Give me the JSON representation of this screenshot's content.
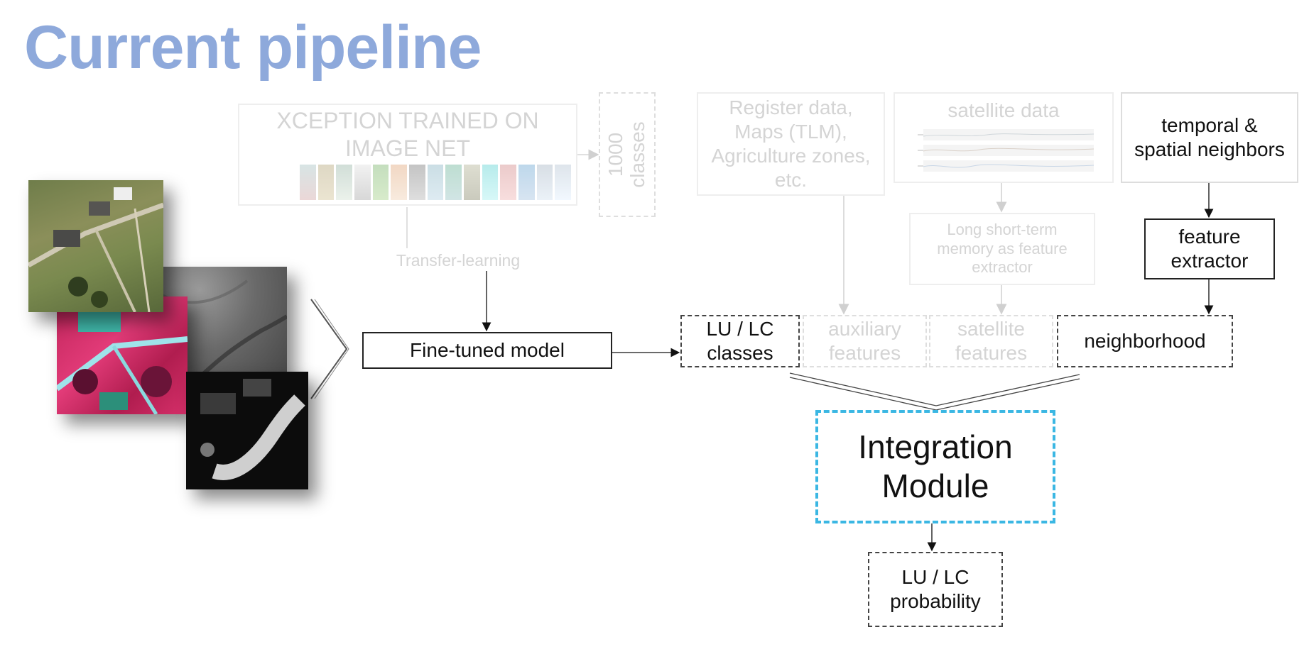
{
  "title": "Current pipeline",
  "xception": {
    "label": "XCEPTION TRAINED ON\nIMAGE NET",
    "classes_label": "1000\nclasses"
  },
  "transfer_label": "Transfer-learning",
  "fine_tuned": "Fine-tuned model",
  "register": "Register data,\nMaps (TLM),\nAgriculture zones,\netc.",
  "satellite_data": "satellite data",
  "lstm": "Long short-term\nmemory as feature\nextractor",
  "temporal": "temporal &\nspatial neighbors",
  "feature_extractor": "feature\nextractor",
  "features": {
    "lulc_classes": "LU / LC\nclasses",
    "auxiliary": "auxiliary\nfeatures",
    "satellite": "satellite\nfeatures",
    "neighborhood": "neighborhood"
  },
  "integration": "Integration\nModule",
  "probability": "LU / LC\nprobability",
  "colors": {
    "title": "#8ea9db",
    "integration_border": "#3bb7e3",
    "faded_text": "#d4d4d4"
  },
  "icons": [
    "aerial-rgb-image",
    "false-color-infrared-image",
    "elevation-model-image",
    "height-mask-image",
    "chevron-right-icon"
  ]
}
